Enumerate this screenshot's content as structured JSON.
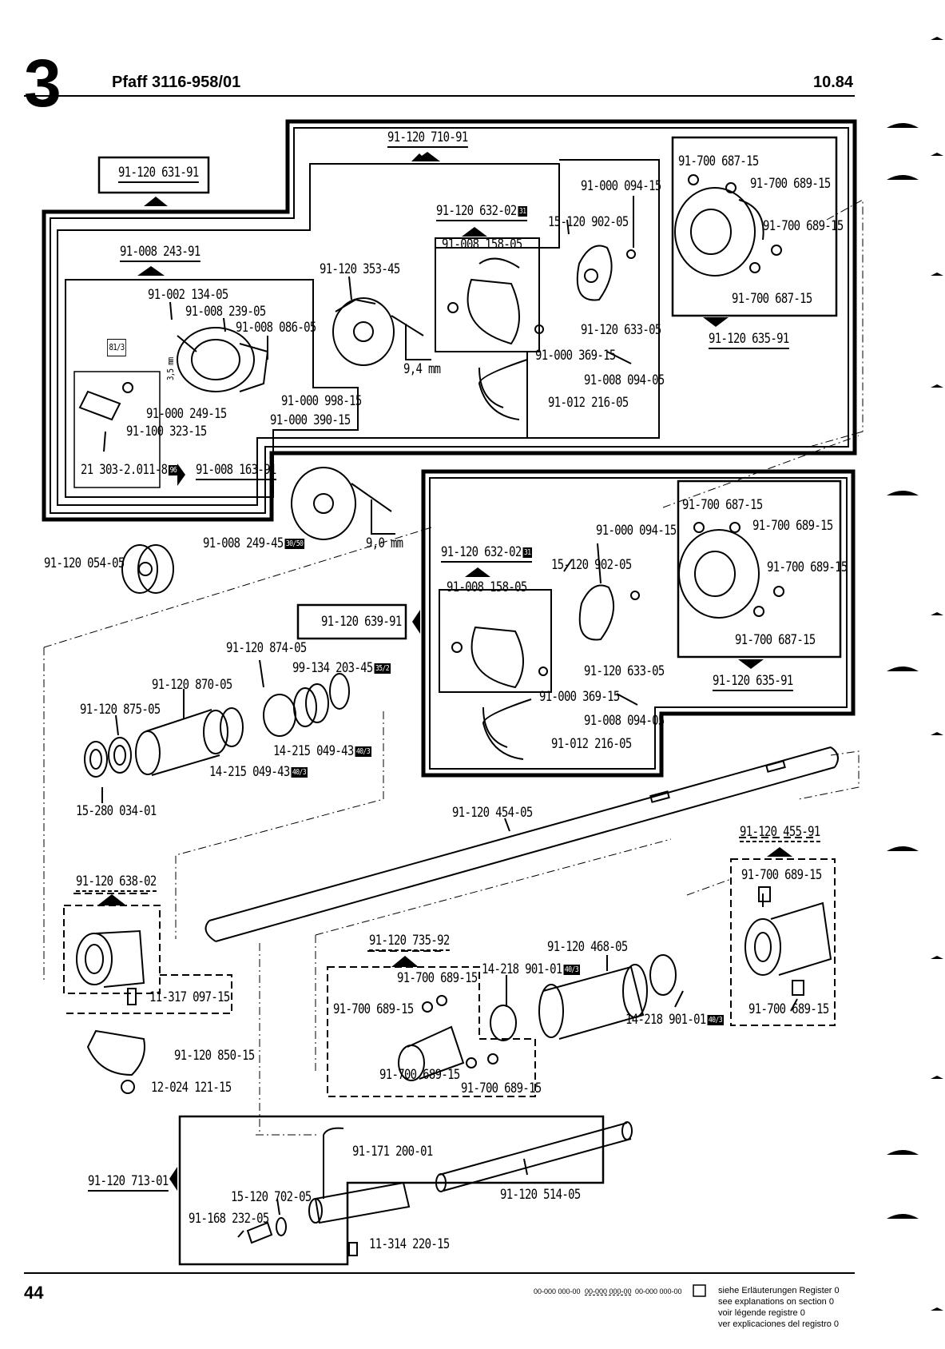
{
  "header": {
    "section_number": "3",
    "model": "Pfaff 3116-958/01",
    "date": "10.84",
    "page_number": "44"
  },
  "footer": {
    "code_samples": [
      "00-000 000-00",
      "00-000 000-00",
      "00-000 000-00"
    ],
    "legend_lines": [
      "siehe Erläuterungen Register 0",
      "see explanations on section 0",
      "voir légende registre 0",
      "ver explicaciones del registro 0"
    ]
  },
  "labels": {
    "a01": "91-120 710-91",
    "a02": "91-120 631-91",
    "a03": "91-008 243-91",
    "a04": "91-002 134-05",
    "a05": "91-008 239-05",
    "a06": "91-008 086-05",
    "a07": "81/3",
    "a08": "3,5 mm",
    "a09": "91-000 249-15",
    "a10": "91-100 323-15",
    "a11": "91-000 998-15",
    "a12": "91-000 390-15",
    "a13": "21 303-2.011-8",
    "a13b": "96",
    "a14": "91-008 163-91",
    "a15": "91-120 353-45",
    "a16": "9,4 mm",
    "a17": "91-120 632-02",
    "a17b": "31",
    "a18": "91-008 158-05",
    "a19": "91-000 094-15",
    "a20": "15-120 902-05",
    "a21": "91-120 633-05",
    "a22": "91-000 369-15",
    "a23": "91-008 094-05",
    "a24": "91-012 216-05",
    "a25": "91-700 687-15",
    "a26": "91-700 689-15",
    "a27": "91-700 689-15",
    "a28": "91-700 687-15",
    "a29": "91-120 635-91",
    "b01": "91-008 249-45",
    "b01b": "30/50",
    "b02": "9,0 mm",
    "b03": "91-120 054-05",
    "b04": "91-000 094-15",
    "b05": "91-120 632-02",
    "b05b": "31",
    "b06": "15-120 902-05",
    "b07": "91-008 158-05",
    "b08": "91-120 639-91",
    "b09": "91-120 633-05",
    "b10": "91-000 369-15",
    "b11": "91-008 094-05",
    "b12": "91-012 216-05",
    "b13": "91-700 687-15",
    "b14": "91-700 689-15",
    "b15": "91-700 689-15",
    "b16": "91-700 687-15",
    "b17": "91-120 635-91",
    "c01": "91-120 874-05",
    "c02": "99-134 203-45",
    "c02b": "35/2",
    "c03": "91-120 870-05",
    "c04": "91-120 875-05",
    "c05": "14-215 049-43",
    "c05b": "40/3",
    "c06": "14-215 049-43",
    "c06b": "40/3",
    "c07": "15-280 034-01",
    "c08": "91-120 454-05",
    "c09": "91-120 455-91",
    "c10": "91-700 689-15",
    "c11": "91-120 638-02",
    "c12": "11-317 097-15",
    "c13": "91-120 735-92",
    "c14": "91-700 689-15",
    "c15": "14-218 901-01",
    "c15b": "40/3",
    "c16": "91-120 468-05",
    "c17": "91-700 689-15",
    "c18": "14-218 901-01",
    "c18b": "40/3",
    "c19": "91-700 689-15",
    "c20": "91-700 689-15",
    "c21": "91-700 689-15",
    "c22": "91-120 850-15",
    "c23": "12-024 121-15",
    "d01": "91-171 200-01",
    "d02": "91-120 713-01",
    "d03": "15-120 702-05",
    "d04": "91-120 514-05",
    "d05": "91-168 232-05",
    "d06": "11-314 220-15"
  }
}
